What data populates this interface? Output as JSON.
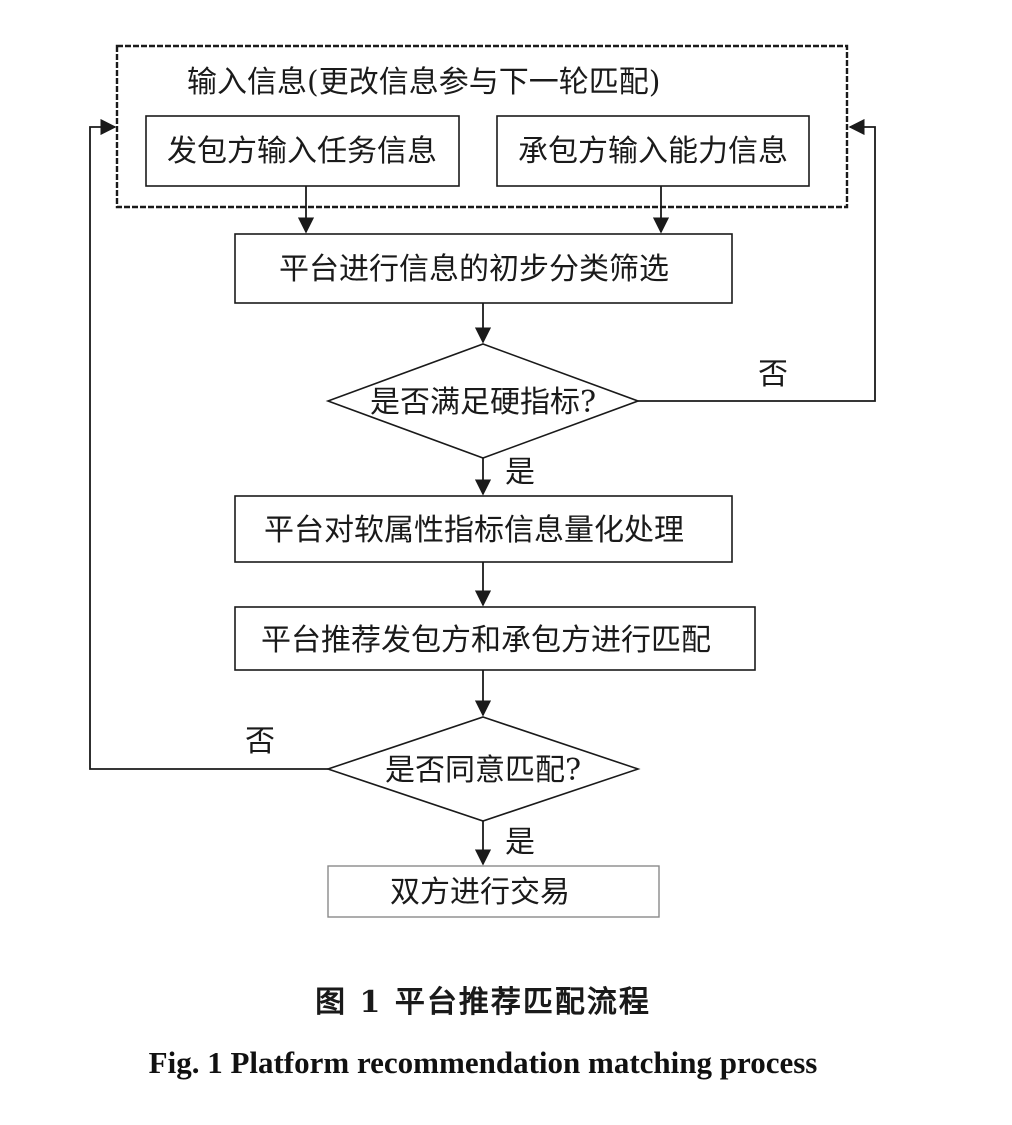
{
  "diagram": {
    "input_group_title": "输入信息(更改信息参与下一轮匹配)",
    "employer_input": "发包方输入任务信息",
    "contractor_input": "承包方输入能力信息",
    "step_screening": "平台进行信息的初步分类筛选",
    "decision_hard_index": "是否满足硬指标?",
    "step_quantify": "平台对软属性指标信息量化处理",
    "step_recommend": "平台推荐发包方和承包方进行匹配",
    "decision_agree": "是否同意匹配?",
    "step_trade": "双方进行交易",
    "label_no_1": "否",
    "label_yes_1": "是",
    "label_no_2": "否",
    "label_yes_2": "是"
  },
  "caption": {
    "zh": "图 1 平台推荐匹配流程",
    "en": "Fig. 1 Platform recommendation matching process"
  },
  "colors": {
    "line": "#1a1a1a",
    "light_border": "#8a8a8a",
    "background": "#ffffff"
  }
}
